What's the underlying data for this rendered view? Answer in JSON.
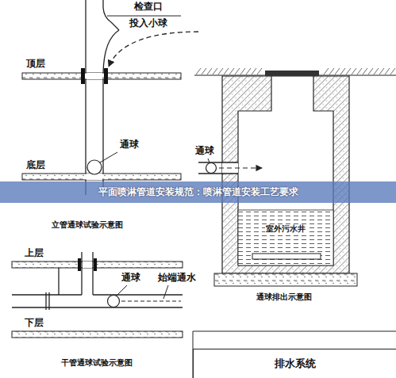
{
  "diagram": {
    "nodes": [
      {
        "text": [
          "平面喷淋管道安装规范：喷淋管道安装工艺要求"
        ]
      },
      {
        "text": [
          "排水系统"
        ]
      }
    ],
    "labels": [
      "检查口",
      "投入小球",
      "顶层",
      "通球",
      "底层",
      "立管通球试验示意图",
      "上层",
      "通球",
      "始端通水",
      "下层",
      "干管通球试验示意图",
      "通球",
      "室外污水井",
      "通球排出示意图"
    ]
  }
}
